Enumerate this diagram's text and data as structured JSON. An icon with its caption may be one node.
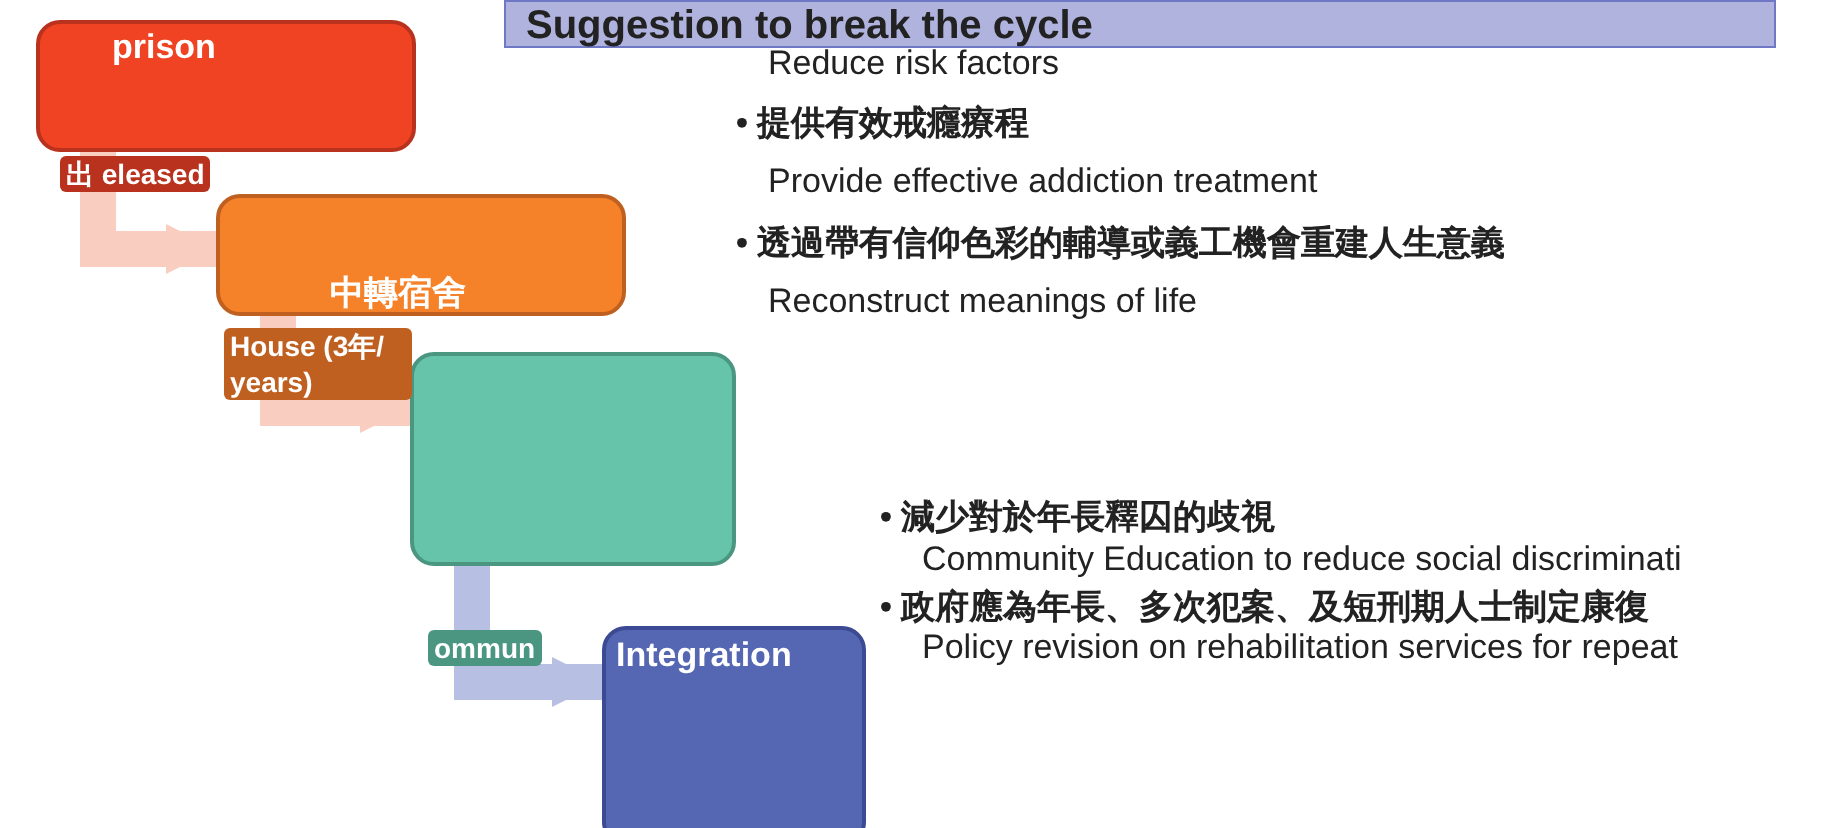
{
  "diagram": {
    "title": "Suggestion to break the cycle",
    "nodes": [
      {
        "text": [
          "prison"
        ]
      },
      {
        "text": [
          "中轉宿舍"
        ]
      },
      {
        "text": [],
        "shape": "box"
      },
      {
        "text": [
          "Integration"
        ]
      }
    ],
    "edges": [
      {
        "from": 0,
        "to": 1,
        "arrow": "to",
        "label": "出 eleased"
      },
      {
        "from": 1,
        "to": 2,
        "arrow": "to",
        "label": "House (3年/ years)"
      },
      {
        "from": 2,
        "to": 3,
        "arrow": "to",
        "label": "ommun",
        "color": "#b7bfe3"
      }
    ],
    "labels": [
      "Reduce risk factors",
      "• 提供有效戒癮療程",
      "Provide effective addiction treatment",
      "• 透過帶有信仰色彩的輔導或義工機會重建人生意義",
      "Reconstruct meanings of life",
      "• 減少對於年長釋囚的歧視",
      "Community Education to reduce social discriminati",
      "• 政府應為年長、多次犯案、及短刑期人士制定康復",
      "Policy revision on rehabilitation services for repeat"
    ]
  }
}
